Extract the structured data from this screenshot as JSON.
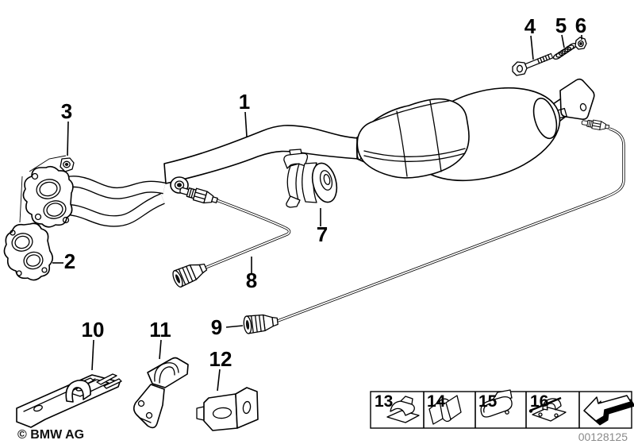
{
  "diagram": {
    "callouts": {
      "c1": "1",
      "c2": "2",
      "c3": "3",
      "c4": "4",
      "c5": "5",
      "c6": "6",
      "c7": "7",
      "c8": "8",
      "c9": "9",
      "c10": "10",
      "c11": "11",
      "c12": "12"
    },
    "legend": {
      "items": {
        "c13": "13",
        "c14": "14",
        "c15": "15",
        "c16": "16"
      },
      "arrow_icon": "arrow-down-left-icon"
    },
    "footer": {
      "copyright": "© BMW AG",
      "document_number": "00128125"
    },
    "colors": {
      "line": "#000000",
      "background": "#ffffff",
      "document_number_gray": "#8a8a8a"
    }
  }
}
